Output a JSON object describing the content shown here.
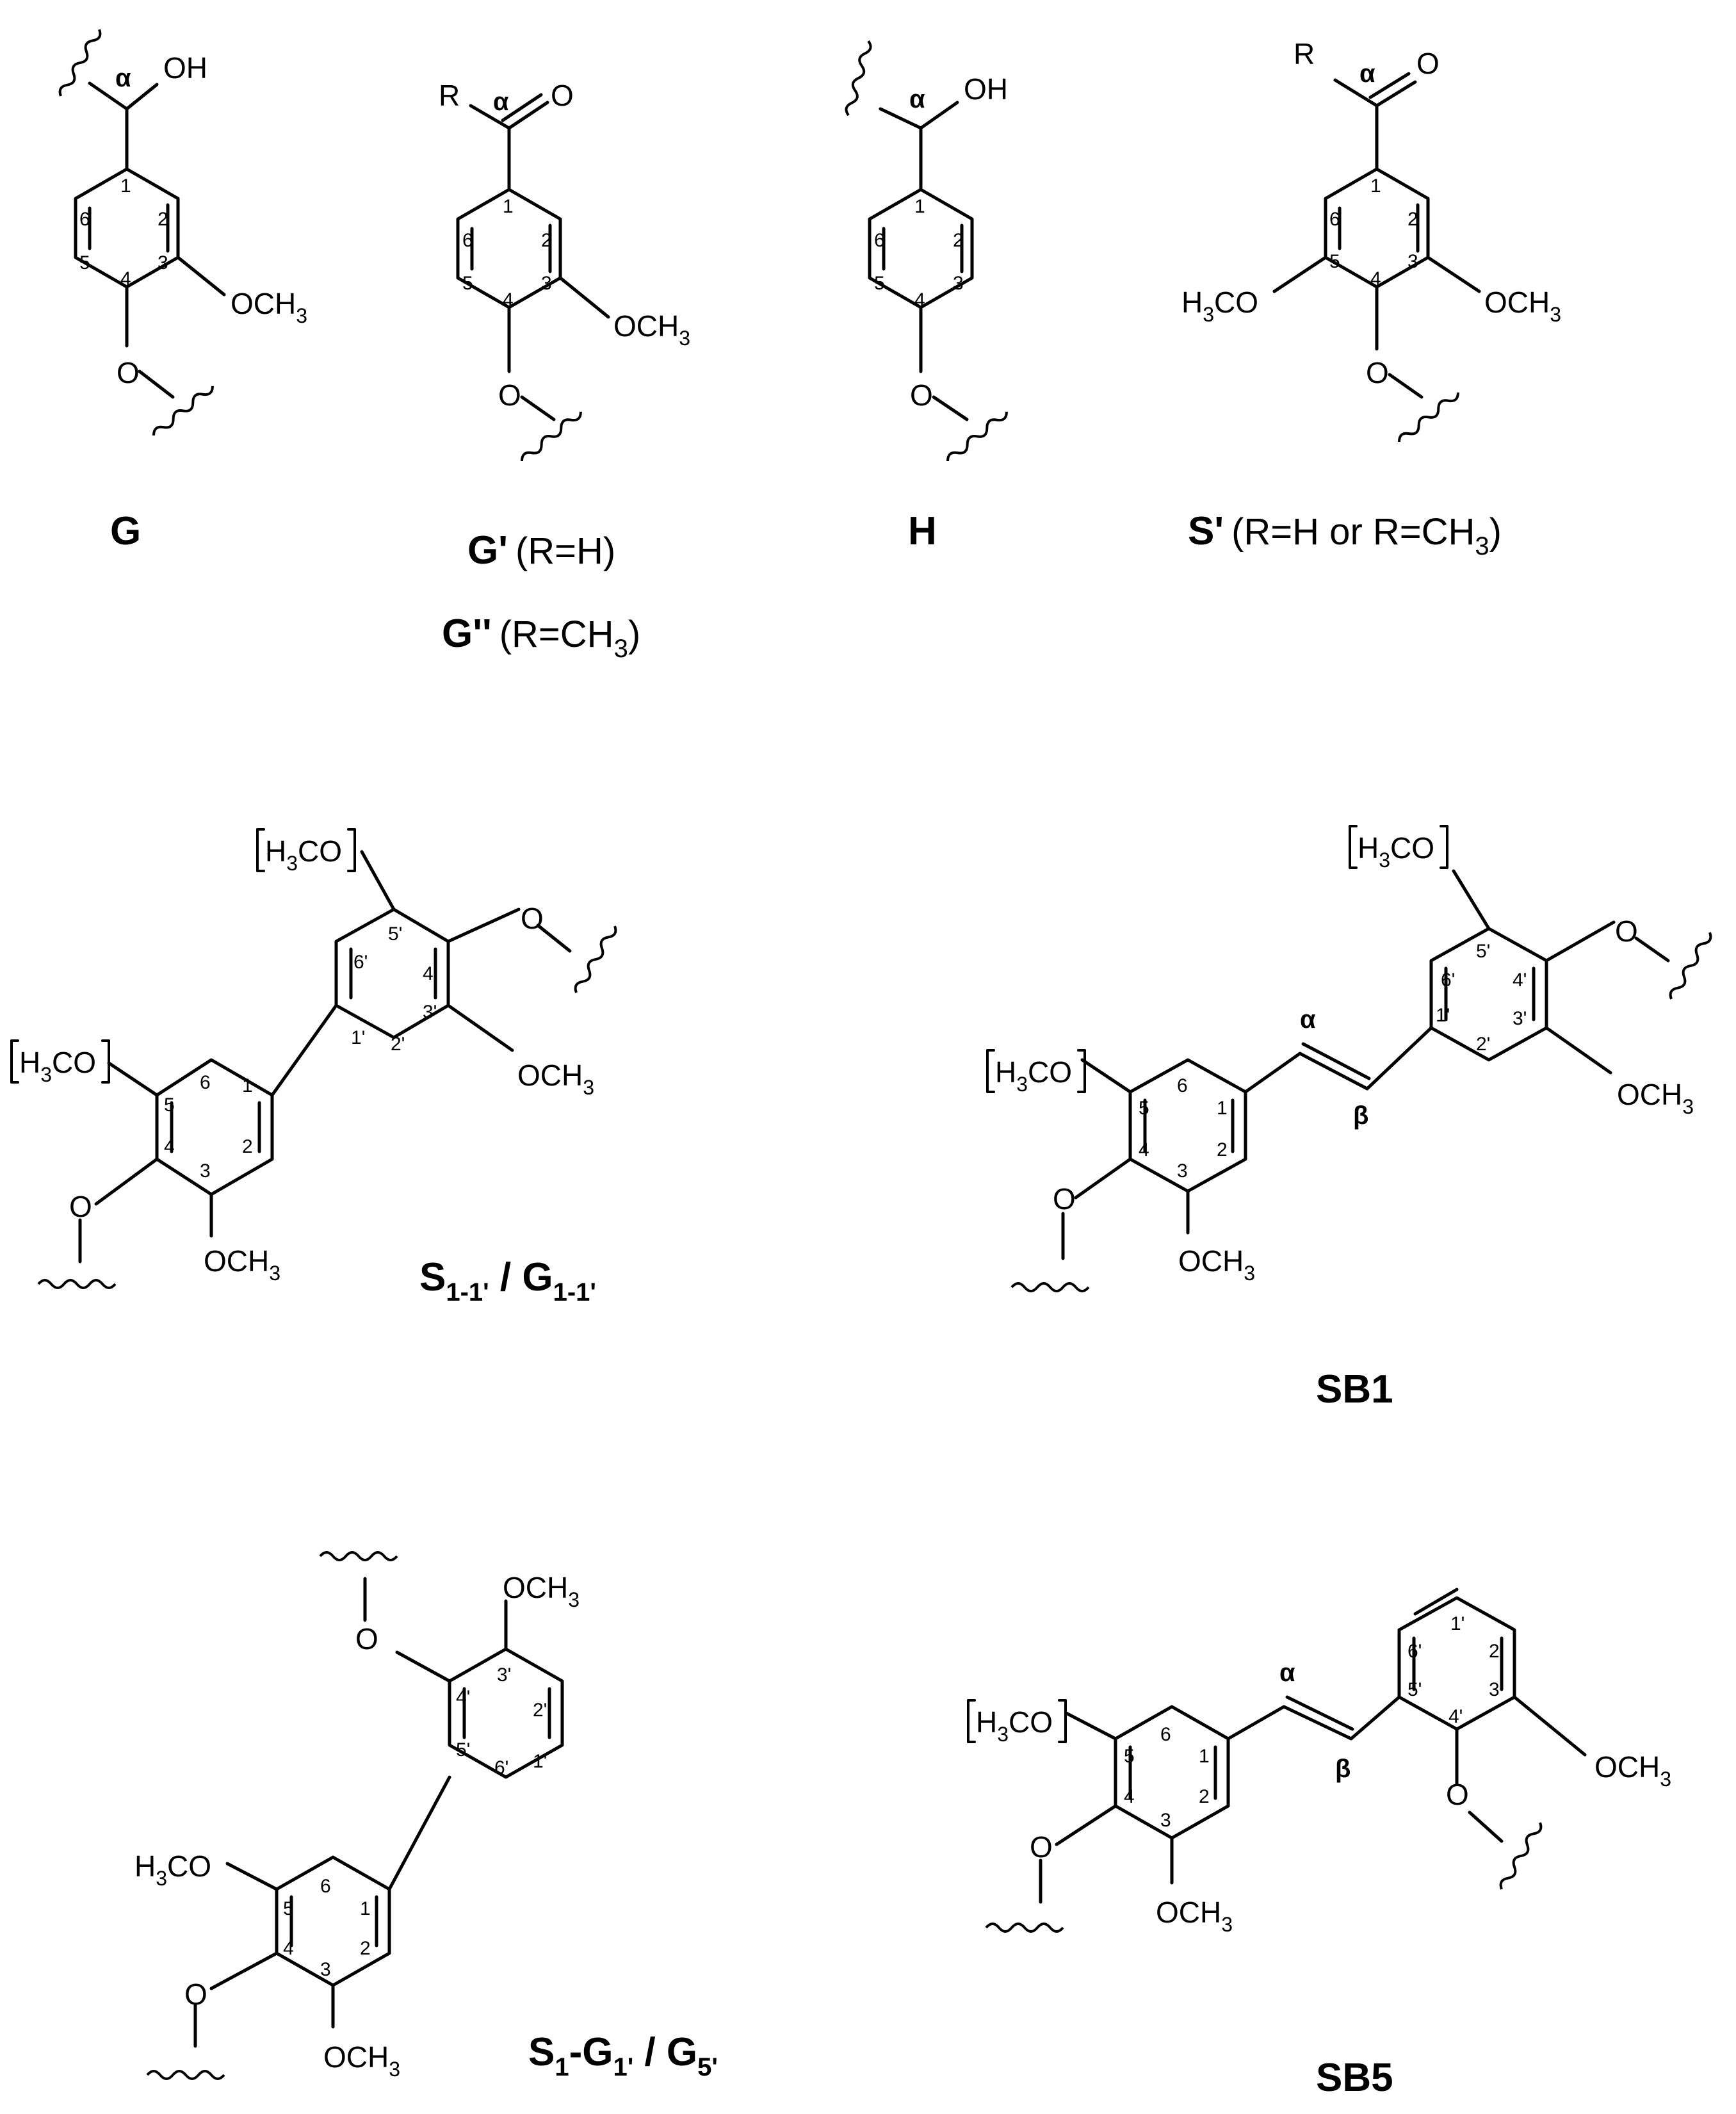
{
  "structures": {
    "G": {
      "title": "G",
      "oh": "OH",
      "alpha": "α",
      "ome": "OCH",
      "ome_sub": "3",
      "o": "O",
      "positions": [
        "1",
        "2",
        "3",
        "4",
        "5",
        "6"
      ]
    },
    "G1": {
      "title": "G'",
      "title_paren": "(R=H)",
      "title2": "G''",
      "title2_paren_pre": "(R=CH",
      "title2_paren_sub": "3",
      "title2_paren_post": ")",
      "r": "R",
      "alpha": "α",
      "carbonyl_o": "O",
      "ome": "OCH",
      "ome_sub": "3",
      "o": "O",
      "positions": [
        "1",
        "2",
        "3",
        "4",
        "5",
        "6"
      ]
    },
    "H": {
      "title": "H",
      "oh": "OH",
      "alpha": "α",
      "o": "O",
      "positions": [
        "1",
        "2",
        "3",
        "4",
        "5",
        "6"
      ]
    },
    "S1": {
      "title": "S'",
      "title_paren_pre": "(R=H or R=CH",
      "title_paren_sub": "3",
      "title_paren_post": ")",
      "r": "R",
      "alpha": "α",
      "carbonyl_o": "O",
      "ome_right": "OCH",
      "ome_right_sub": "3",
      "ome_left_h": "H",
      "ome_left_sub": "3",
      "ome_left_co": "CO",
      "o": "O",
      "positions": [
        "1",
        "2",
        "3",
        "4",
        "5",
        "6"
      ]
    },
    "S11": {
      "title_s": "S",
      "title_s_sub": "1-1'",
      "title_sep": " / ",
      "title_g": "G",
      "title_g_sub": "1-1'",
      "bracket_ome_h": "H",
      "bracket_ome_sub": "3",
      "bracket_ome_co": "CO",
      "ome": "OCH",
      "ome_sub": "3",
      "o": "O",
      "positions_a": [
        "1",
        "2",
        "3",
        "4",
        "5",
        "6"
      ],
      "positions_b": [
        "1'",
        "2'",
        "3'",
        "4'",
        "5'",
        "6'"
      ]
    },
    "SB1": {
      "title": "SB1",
      "alpha": "α",
      "beta": "β",
      "bracket_ome_h": "H",
      "bracket_ome_sub": "3",
      "bracket_ome_co": "CO",
      "ome": "OCH",
      "ome_sub": "3",
      "o": "O",
      "positions_a": [
        "1",
        "2",
        "3",
        "4",
        "5",
        "6"
      ],
      "positions_b": [
        "1'",
        "2'",
        "3'",
        "4'",
        "5'",
        "6'"
      ]
    },
    "S1G1": {
      "title_s": "S",
      "title_s_sub": "1",
      "title_mid": "-G",
      "title_mid_sub": "1'",
      "title_sep": " / G",
      "title_g_sub": "5'",
      "h3co_h": "H",
      "h3co_sub": "3",
      "h3co_co": "CO",
      "ome": "OCH",
      "ome_sub": "3",
      "o": "O",
      "positions_a": [
        "1",
        "2",
        "3",
        "4",
        "5",
        "6"
      ],
      "positions_b": [
        "1'",
        "2'",
        "3'",
        "4'",
        "5'",
        "6'"
      ]
    },
    "SB5": {
      "title": "SB5",
      "alpha": "α",
      "beta": "β",
      "bracket_ome_h": "H",
      "bracket_ome_sub": "3",
      "bracket_ome_co": "CO",
      "ome": "OCH",
      "ome_sub": "3",
      "o": "O",
      "positions_a": [
        "1",
        "2",
        "3",
        "4",
        "5",
        "6"
      ],
      "positions_b": [
        "1'",
        "2'",
        "3'",
        "4'",
        "5'",
        "6'"
      ]
    }
  }
}
